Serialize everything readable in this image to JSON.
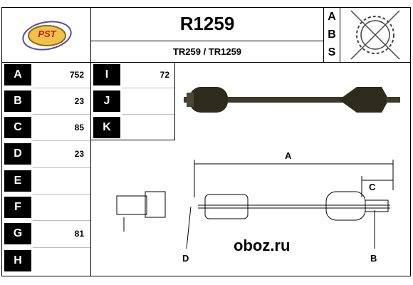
{
  "header": {
    "title": "R1259",
    "subtitle": "TR259 / TR1259",
    "logo_text": "PST",
    "abs_letters": [
      "A",
      "B",
      "S"
    ]
  },
  "specs_left": [
    {
      "key": "A",
      "value": "752"
    },
    {
      "key": "B",
      "value": "23"
    },
    {
      "key": "C",
      "value": "85"
    },
    {
      "key": "D",
      "value": "23"
    },
    {
      "key": "E",
      "value": ""
    },
    {
      "key": "F",
      "value": ""
    },
    {
      "key": "G",
      "value": "81"
    },
    {
      "key": "H",
      "value": ""
    }
  ],
  "specs_mid": [
    {
      "key": "I",
      "value": "72"
    },
    {
      "key": "J",
      "value": ""
    },
    {
      "key": "K",
      "value": ""
    }
  ],
  "diagram": {
    "labels": {
      "A": "A",
      "B": "B",
      "C": "C",
      "D": "D"
    }
  },
  "watermark": "oboz.ru"
}
